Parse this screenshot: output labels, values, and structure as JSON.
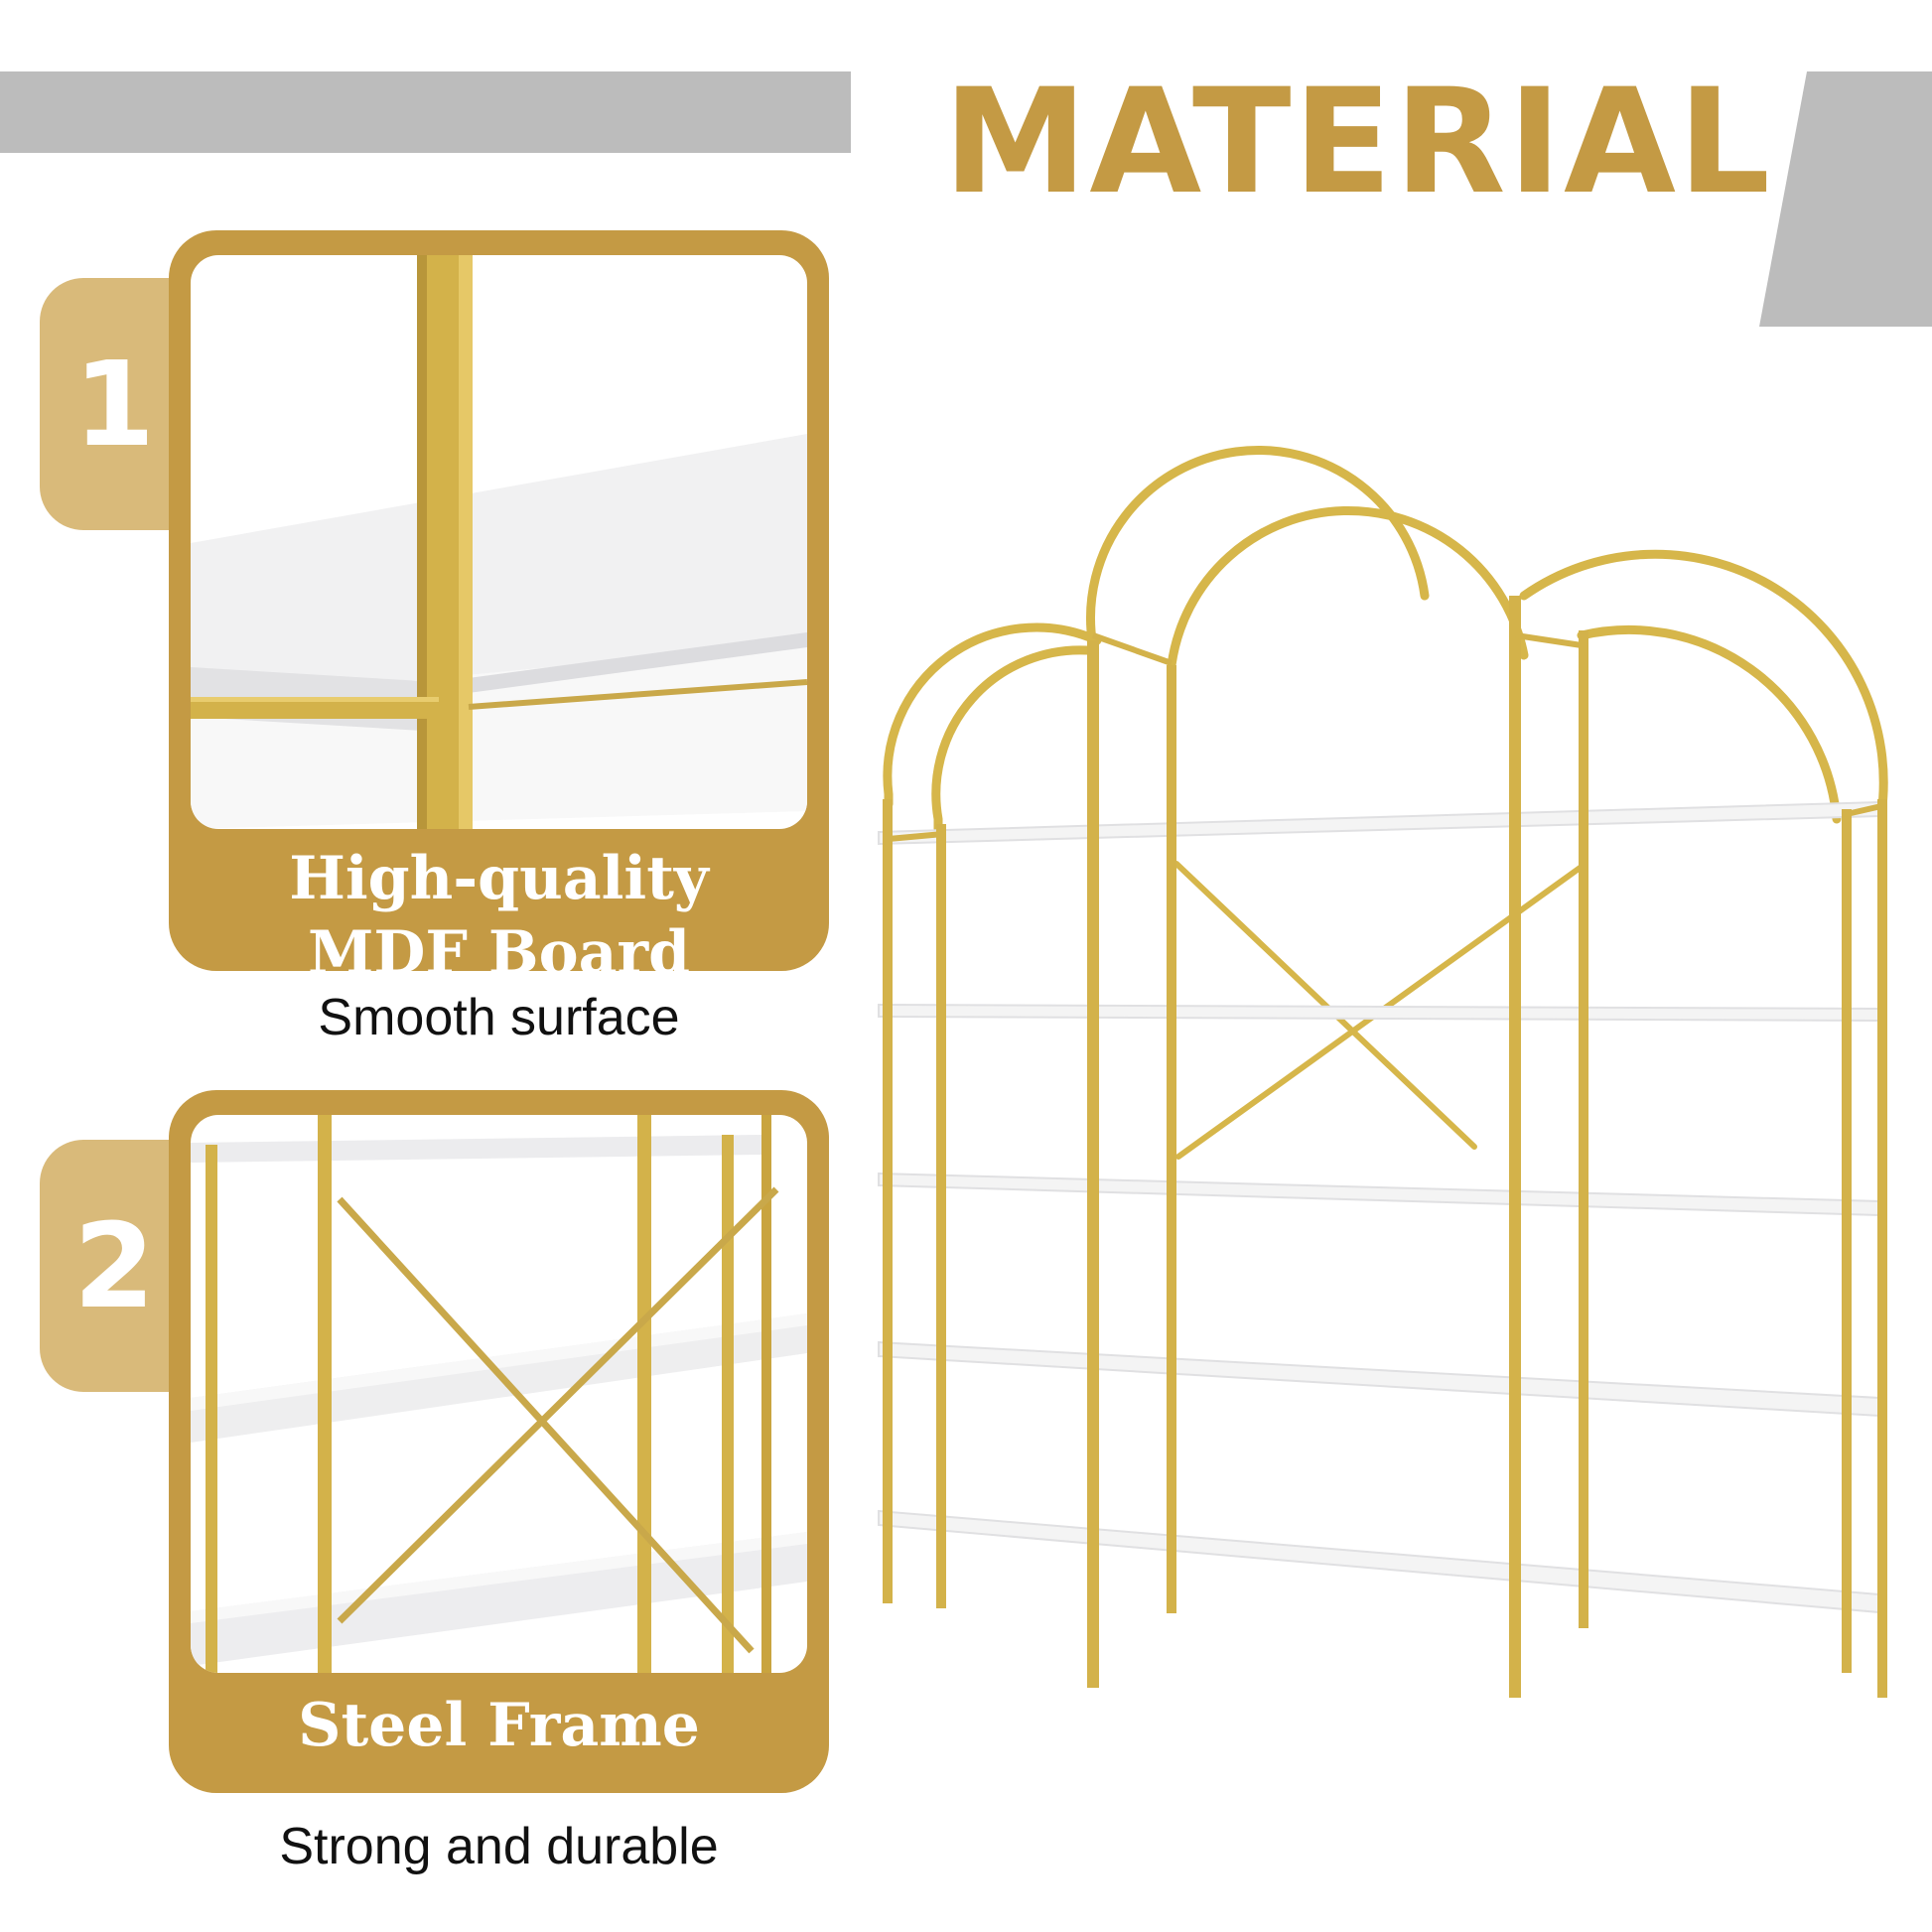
{
  "header": {
    "title": "MATERIAL"
  },
  "features": [
    {
      "number": "1",
      "label_line1": "High-quality",
      "label_line2": "MDF Board",
      "caption": "Smooth surface"
    },
    {
      "number": "2",
      "label_line1": "Steel Frame",
      "caption": "Strong and durable"
    }
  ],
  "colors": {
    "gold": "#c49a44",
    "badge_gold": "#d9ba7a",
    "gray_bar": "#bcbcbc",
    "frame_gold": "#d6b64a",
    "shelf_white": "#f3f3f3"
  }
}
